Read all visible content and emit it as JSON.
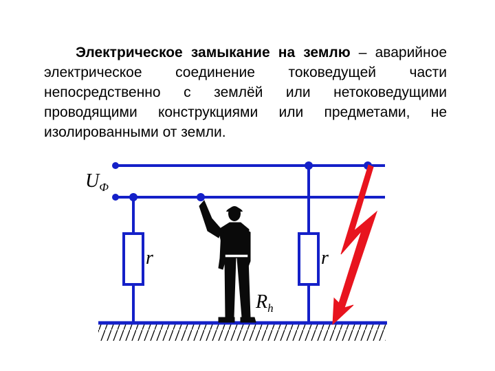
{
  "definition": {
    "term": "Электрическое замыкание на землю",
    "text": " – аварийное электрическое соединение токоведущей части непосредственно с землёй или нетоковедущими проводящими конструкциями или предметами, не изолированными от земли."
  },
  "diagram": {
    "labels": {
      "phase_voltage_main": "U",
      "phase_voltage_sub": "Ф",
      "resistor_left": "r",
      "resistor_right": "r",
      "human_resistance_main": "R",
      "human_resistance_sub": "h"
    },
    "colors": {
      "wire": "#1420c8",
      "lightning": "#e8141e",
      "ground": "#1420c8",
      "person": "#0a0a0a"
    }
  }
}
